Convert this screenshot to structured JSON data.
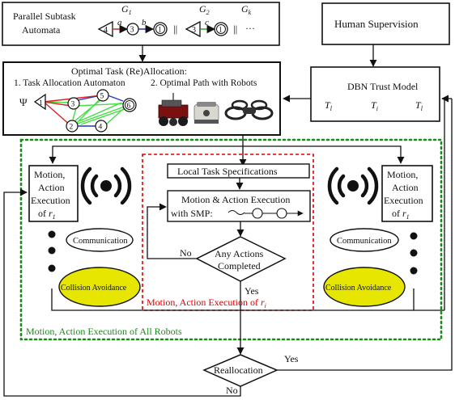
{
  "automata": {
    "title_line1": "Parallel Subtask",
    "title_line2": "Automata",
    "g1": "G",
    "g1_sub": "1",
    "g2": "G",
    "g2_sub": "2",
    "gk": "G",
    "gk_sub": "k",
    "state_4": "4",
    "state_3": "3",
    "state_1": "1",
    "state_1b": "1",
    "state_3b": "3",
    "label_a": "a",
    "label_b": "b",
    "label_c": "c",
    "parallel1": "||",
    "parallel2": "||",
    "ellipsis": "···"
  },
  "human": {
    "label": "Human Supervision"
  },
  "allocation": {
    "title": "Optimal Task (Re)Allocation:",
    "item1": "1. Task Allocation Automaton",
    "item2": "2. Optimal Path with Robots",
    "psi": "Ψ",
    "n1": "1",
    "n2": "2",
    "n3": "3",
    "n4": "4",
    "n5": "5",
    "n6": "6"
  },
  "trust": {
    "title": "DBN Trust Model",
    "t1": "T",
    "t1_sub": "l",
    "t2": "T",
    "t2_sub": "i",
    "t3": "T",
    "t3_sub": "l"
  },
  "left_robot": {
    "line1": "Motion,",
    "line2": "Action",
    "line3": "Execution",
    "line4": "of",
    "r": "r",
    "r_sub": "1",
    "comm": "Communication",
    "collision": "Collision Avoidance"
  },
  "right_robot": {
    "line1": "Motion,",
    "line2": "Action",
    "line3": "Execution",
    "line4": "of",
    "r": "r",
    "r_sub": "1",
    "comm": "Communication",
    "collision": "Collision Avoidance"
  },
  "center": {
    "local_spec": "Local Task Specifications",
    "motion_line1": "Motion & Action Execution",
    "motion_line2": "with SMP:",
    "decision_line1": "Any Actions",
    "decision_line2": "Completed",
    "no": "No",
    "yes": "Yes",
    "caption": "Motion, Action Execution of",
    "caption_r": "r",
    "caption_r_sub": "i"
  },
  "all_robots_caption": "Motion, Action Execution of All Robots",
  "reallocation": {
    "label": "Reallocation",
    "yes": "Yes",
    "no": "No"
  },
  "colors": {
    "red_dash": "#e00000",
    "green_dot": "#1a8a1a",
    "yellow": "#e6e600",
    "green_edge": "#44dd44",
    "red_edge": "#dd2222",
    "blue_edge": "#2233cc"
  }
}
